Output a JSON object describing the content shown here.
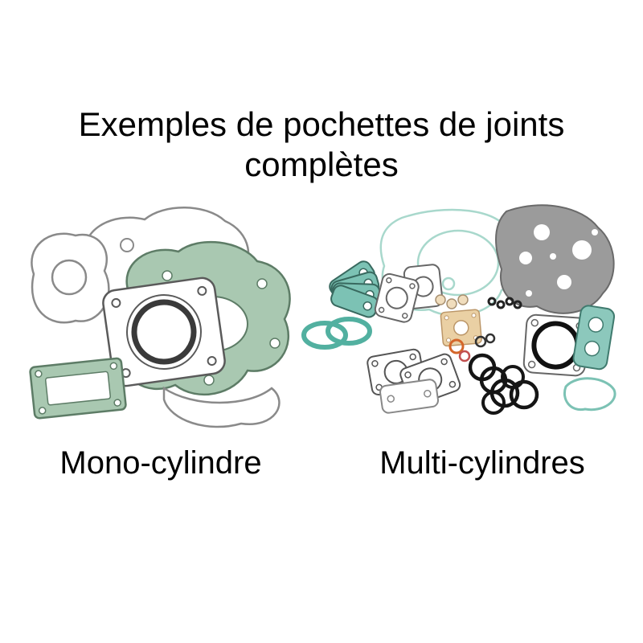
{
  "title_lines": [
    "Exemples de pochettes de joints",
    "complètes"
  ],
  "figures": {
    "left": {
      "caption": "Mono-cylindre"
    },
    "right": {
      "caption": "Multi-cylindres"
    }
  },
  "colors": {
    "background": "#ffffff",
    "text": "#000000",
    "gasket_green": "#a9c8b1",
    "gasket_green_outline": "#5d7c66",
    "gasket_teal": "#7cc2b4",
    "gasket_teal_light": "#a8d8cc",
    "gasket_gray": "#9b9b9b",
    "gasket_tan": "#ead0a4",
    "oring_black": "#151515",
    "accent_orange": "#d4662a",
    "accent_red": "#c25050"
  }
}
